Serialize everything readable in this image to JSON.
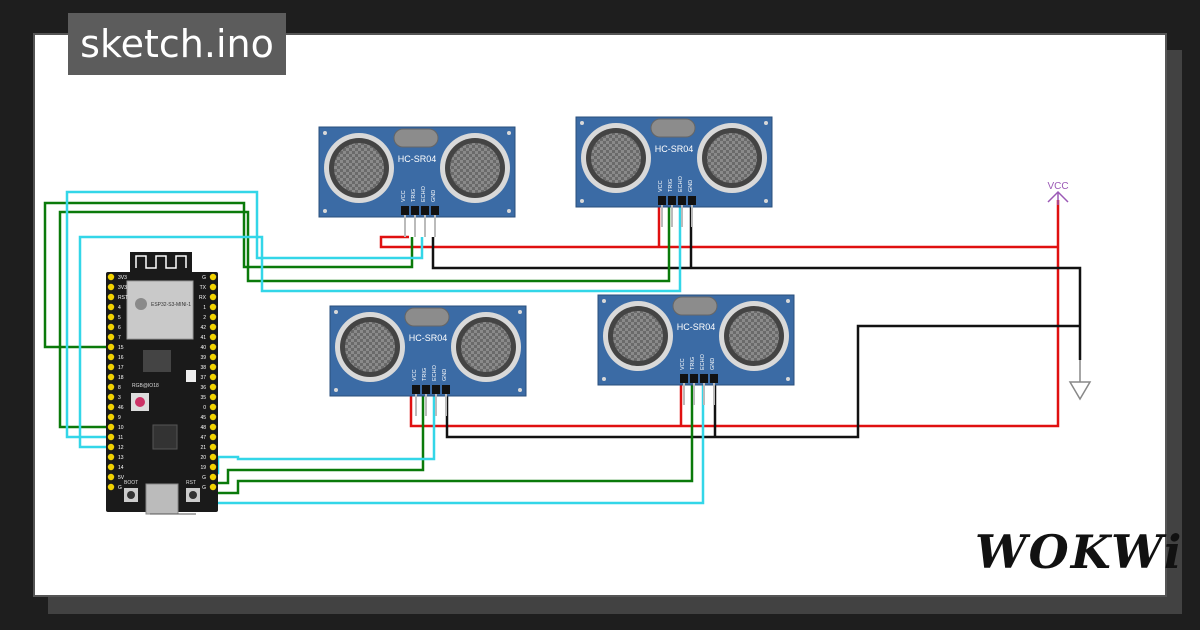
{
  "title": "sketch.ino",
  "logo": "WOKWi",
  "sensor": {
    "label": "HC-SR04",
    "pins": [
      "VCC",
      "TRIG",
      "ECHO",
      "GND"
    ]
  },
  "power": {
    "vcc_label": "VCC"
  },
  "board": {
    "module_label": "ESP32-S3-MINI-1",
    "led_label": "RGB@IO18",
    "boot_label": "BOOT",
    "rst_label": "RST",
    "left_pins": [
      "3V3",
      "3V3",
      "RST",
      "4",
      "5",
      "6",
      "7",
      "15",
      "16",
      "17",
      "18",
      "8",
      "3",
      "46",
      "9",
      "10",
      "11",
      "12",
      "13",
      "14",
      "5V",
      "G"
    ],
    "right_pins": [
      "G",
      "TX",
      "RX",
      "1",
      "2",
      "42",
      "41",
      "40",
      "39",
      "38",
      "37",
      "36",
      "35",
      "0",
      "45",
      "48",
      "47",
      "21",
      "20",
      "19",
      "G",
      "G"
    ]
  },
  "colors": {
    "vcc": "#e01010",
    "gnd": "#111111",
    "trig": "#0a7a0a",
    "echo": "#33d6e8",
    "board": "#1a1a1a",
    "sensor": "#3b6ba5"
  }
}
